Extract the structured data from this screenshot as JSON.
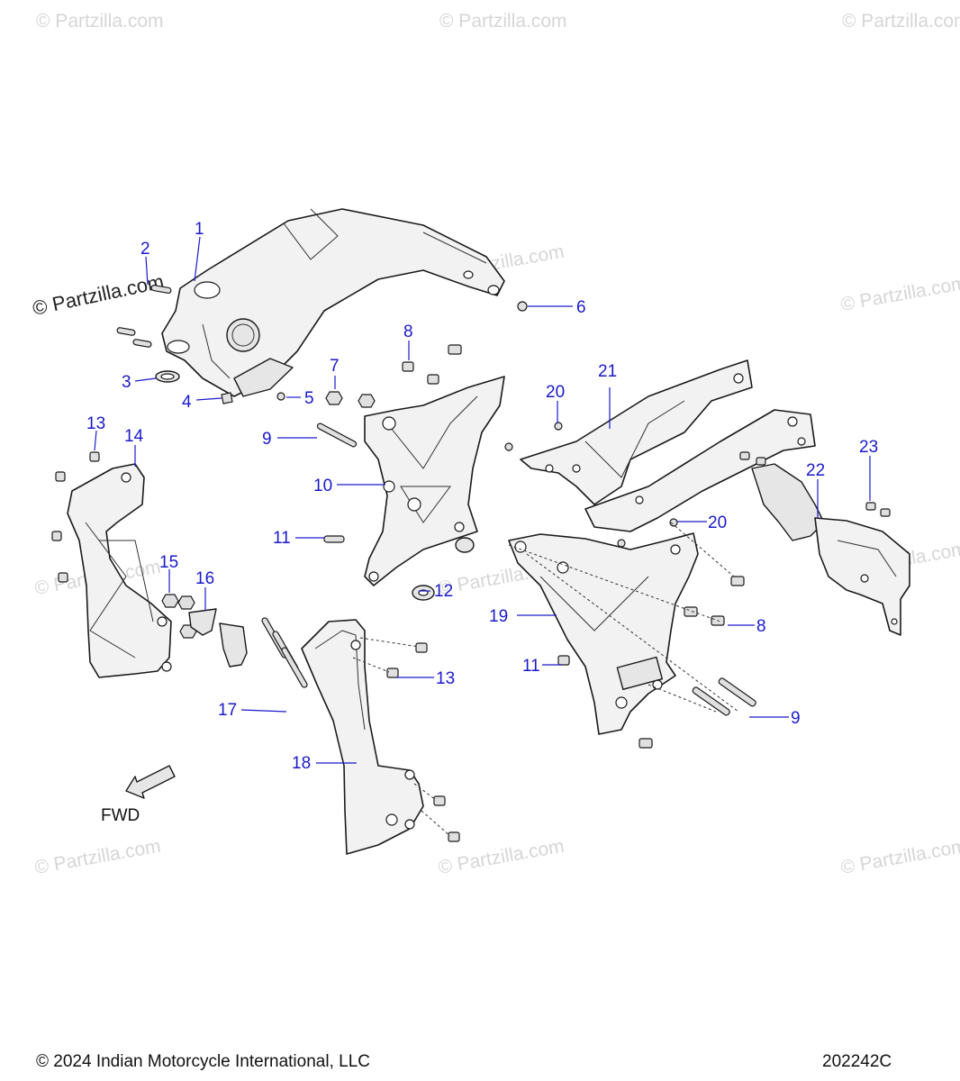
{
  "watermark": {
    "text": "© Partzilla.com",
    "main_text": "© Partzilla.com"
  },
  "callouts": [
    "1",
    "2",
    "3",
    "4",
    "5",
    "6",
    "7",
    "8",
    "9",
    "10",
    "11",
    "12",
    "13",
    "14",
    "15",
    "16",
    "17",
    "18",
    "19",
    "20",
    "21",
    "22",
    "23"
  ],
  "direction_label": "FWD",
  "footer": {
    "copyright": "© 2024 Indian Motorcycle International, LLC",
    "diagram_id": "202242C"
  }
}
